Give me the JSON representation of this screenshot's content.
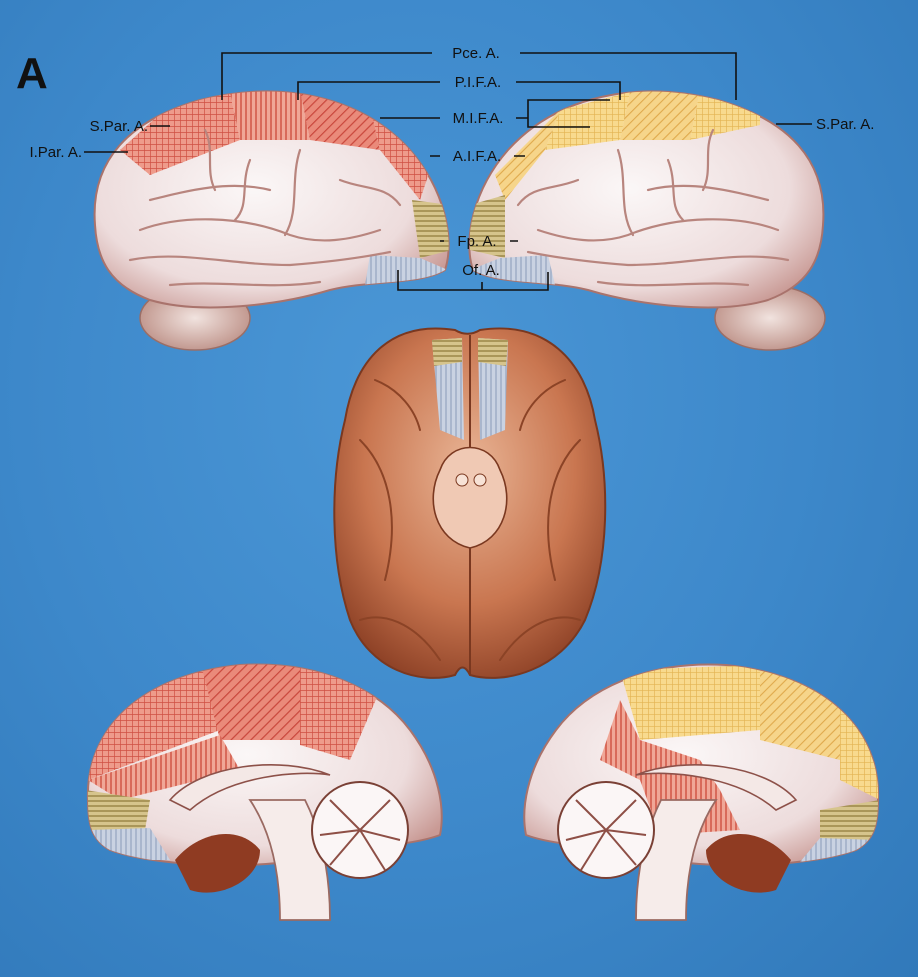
{
  "panel_letter": "A",
  "labels": {
    "pce": "Pce. A.",
    "pifa": "P.I.F.A.",
    "mifa": "M.I.F.A.",
    "aifa": "A.I.F.A.",
    "fpa": "Fp. A.",
    "ofa": "Of. A.",
    "spar_left": "S.Par. A.",
    "ipar_left": "I.Par. A.",
    "spar_right": "S.Par. A."
  },
  "colors": {
    "background": "#3d88ca",
    "left_hemisphere_territory": "#e0675a",
    "right_hemisphere_territory": "#f1c76a",
    "frontopolar_territory": "#c8b27a",
    "orbitofrontal_territory": "#b9c3d6",
    "brain_surface": "#f4eeee",
    "inferior_brain": "#c06a45"
  }
}
